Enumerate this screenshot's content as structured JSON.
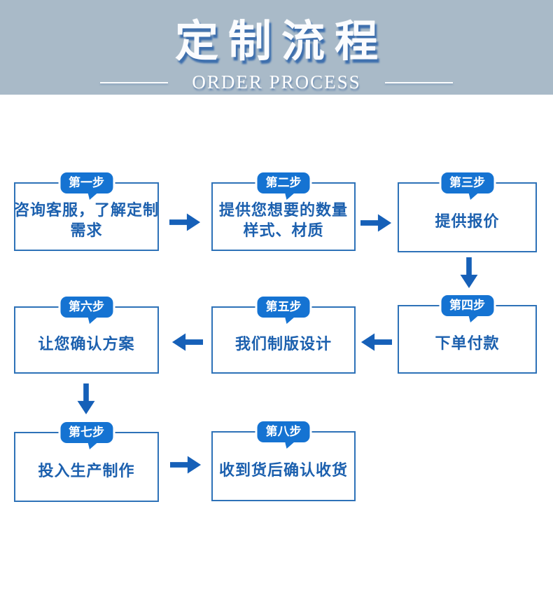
{
  "header": {
    "title": "定制流程",
    "subtitle": "ORDER PROCESS"
  },
  "colors": {
    "header_background": "#a9bac8",
    "badge_blue": "#1573d2",
    "box_border_blue": "#2e72b8",
    "step_text_blue": "#1c60ae",
    "arrow_blue": "#1660b8",
    "title_white": "#fbfcfe"
  },
  "steps": [
    {
      "badge": "第一步",
      "lines": [
        "咨询客服，了解定制",
        "需求"
      ]
    },
    {
      "badge": "第二步",
      "lines": [
        "提供您想要的数量",
        "样式、材质"
      ]
    },
    {
      "badge": "第三步",
      "lines": [
        "提供报价"
      ]
    },
    {
      "badge": "第四步",
      "lines": [
        "下单付款"
      ]
    },
    {
      "badge": "第五步",
      "lines": [
        "我们制版设计"
      ]
    },
    {
      "badge": "第六步",
      "lines": [
        "让您确认方案"
      ]
    },
    {
      "badge": "第七步",
      "lines": [
        "投入生产制作"
      ]
    },
    {
      "badge": "第八步",
      "lines": [
        "收到货后确认收货"
      ]
    }
  ]
}
